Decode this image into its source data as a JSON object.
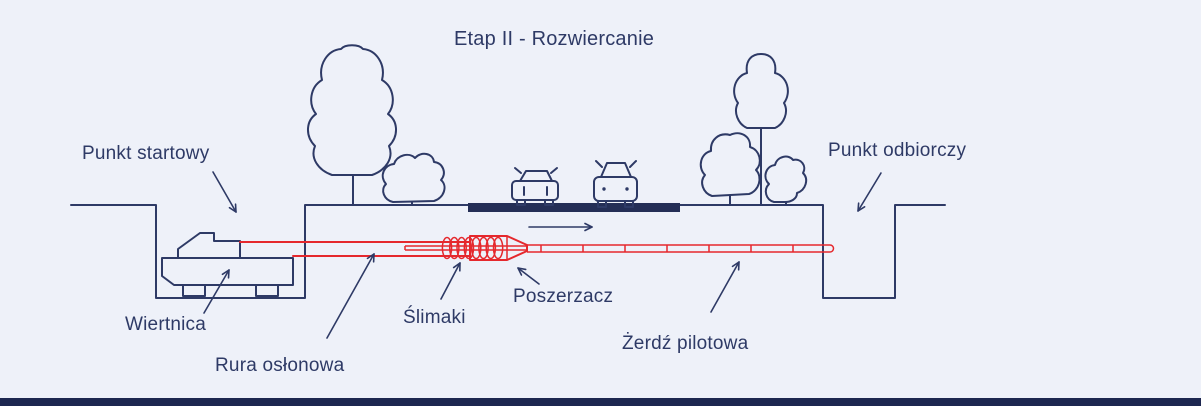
{
  "title": "Etap II - Rozwiercanie",
  "colors": {
    "background": "#eef1f9",
    "line": "#2e3a66",
    "accent_red": "#e5282d",
    "road": "#242e56",
    "footer_bar": "#1d2750"
  },
  "labels": {
    "start_point": "Punkt startowy",
    "receive_point": "Punkt odbiorczy",
    "drill_rig": "Wiertnica",
    "casing_pipe": "Rura osłonowa",
    "augers": "Ślimaki",
    "reamer": "Poszerzacz",
    "pilot_rod": "Żerdź pilotowa"
  }
}
